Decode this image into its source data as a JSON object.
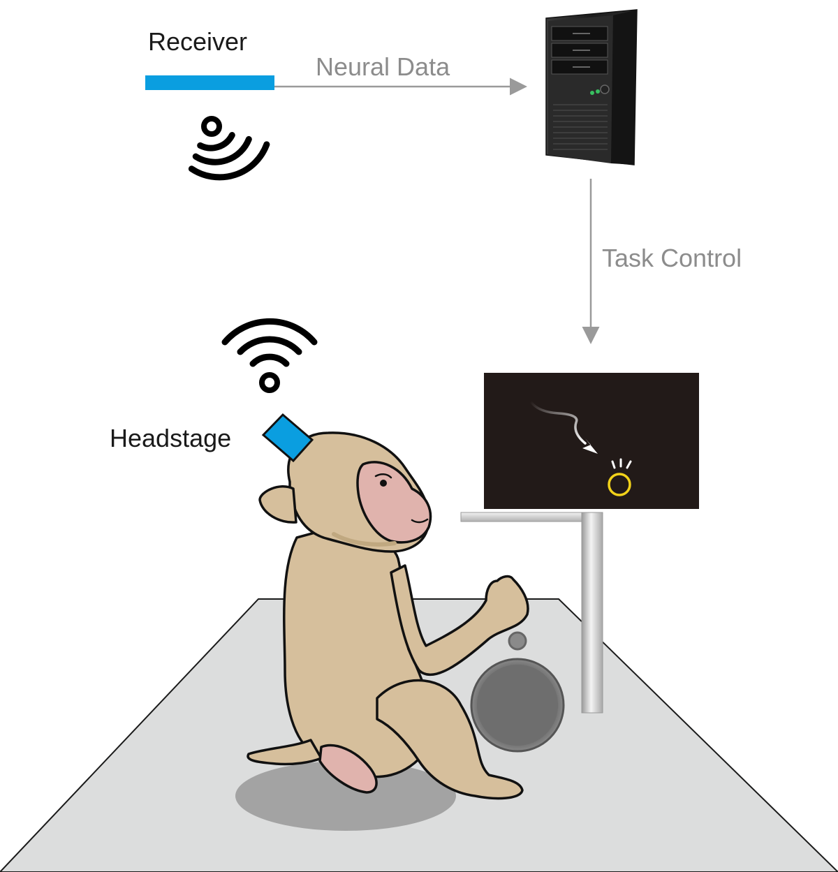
{
  "labels": {
    "receiver": "Receiver",
    "neural_data": "Neural Data",
    "task_control": "Task Control",
    "headstage": "Headstage"
  },
  "colors": {
    "device_blue": "#0a9ee0",
    "arrow_grey": "#9a9a9a",
    "label_dark": "#1a1a1a",
    "label_grey": "#8c8c8c",
    "floor": "#dcdddd",
    "monitor_screen": "#221a18",
    "target_ring": "#f2d21a",
    "monkey_fur": "#d6bf9c",
    "monkey_face": "#e0b3ad",
    "monkey_outline": "#111111"
  },
  "icons": {
    "receiver_signal": "wireless-signal-icon",
    "headstage_signal": "wireless-signal-icon",
    "computer": "computer-tower-icon"
  }
}
